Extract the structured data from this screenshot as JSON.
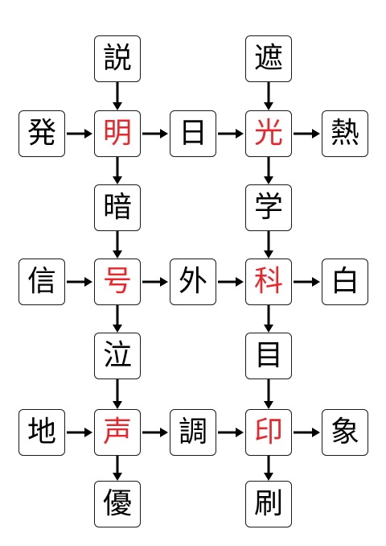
{
  "theme": {
    "text_color": "#000000",
    "highlight_color": "#e8262c"
  },
  "columns": [
    {
      "top": "説",
      "rows": [
        {
          "left": "発",
          "center": "明",
          "right": "日",
          "below": "暗"
        },
        {
          "left": "信",
          "center": "号",
          "right": "外",
          "below": "泣"
        },
        {
          "left": "地",
          "center": "声",
          "right": "調",
          "below": "優"
        }
      ]
    },
    {
      "top": "遮",
      "rows": [
        {
          "center": "光",
          "right": "熱",
          "below": "学"
        },
        {
          "center": "科",
          "right": "白",
          "below": "目"
        },
        {
          "center": "印",
          "right": "象",
          "below": "刷"
        }
      ]
    }
  ]
}
